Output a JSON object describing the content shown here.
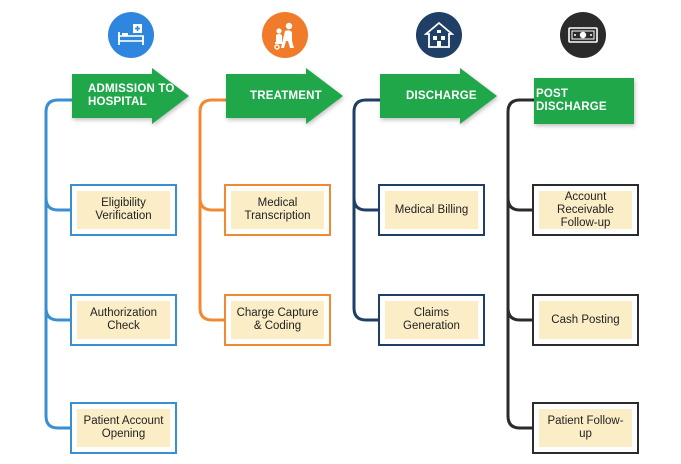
{
  "colors": {
    "arrow_green": "#1fa74a",
    "box_fill": "#fbeec6",
    "blue": "#3a8fd0",
    "orange": "#f08a32",
    "navy": "#1f3f66",
    "dark": "#2b2b2b"
  },
  "stages": [
    {
      "title": "ADMISSION TO HOSPITAL",
      "icon": "hospital-bed-icon",
      "icon_color": "#2e86de",
      "line_color": "#3a8fd0",
      "steps": [
        "Eligibility Verification",
        "Authorization Check",
        "Patient Account Opening"
      ]
    },
    {
      "title": "TREATMENT",
      "icon": "caregiver-icon",
      "icon_color": "#f07b2a",
      "line_color": "#f08a32",
      "steps": [
        "Medical Transcription",
        "Charge Capture & Coding"
      ]
    },
    {
      "title": "DISCHARGE",
      "icon": "house-icon",
      "icon_color": "#1f3f66",
      "line_color": "#1f3f66",
      "steps": [
        "Medical Billing",
        "Claims Generation"
      ]
    },
    {
      "title": "POST DISCHARGE",
      "icon": "cash-icon",
      "icon_color": "#2b2b2b",
      "line_color": "#2b2b2b",
      "steps": [
        "Account Receivable Follow-up",
        "Cash Posting",
        "Patient Follow-up"
      ]
    }
  ]
}
